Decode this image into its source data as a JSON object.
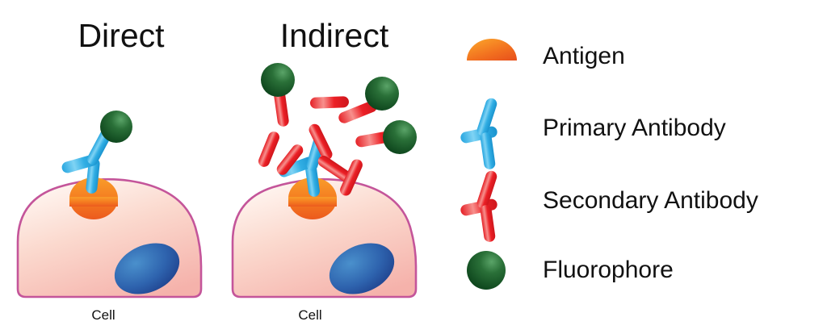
{
  "figure": {
    "title_direct": "Direct",
    "title_indirect": "Indirect",
    "background_color": "#ffffff"
  },
  "panels": [
    {
      "id": "direct",
      "title": "Direct",
      "cell_caption": "Cell",
      "description": "Primary antibody conjugated directly to one fluorophore binds the antigen on the cell surface",
      "primary_antibody_count": 1,
      "secondary_antibody_count": 0,
      "fluorophore_count": 1,
      "antigen_count": 1
    },
    {
      "id": "indirect",
      "title": "Indirect",
      "cell_caption": "Cell",
      "description": "Unlabeled primary antibody binds the antigen; three labeled secondary antibodies bind the primary, amplifying signal",
      "primary_antibody_count": 1,
      "secondary_antibody_count": 3,
      "fluorophore_count": 3,
      "antigen_count": 1
    }
  ],
  "legend": {
    "items": [
      {
        "key": "antigen",
        "label": "Antigen",
        "icon": "antigen-dome-icon",
        "color": "#F47A20"
      },
      {
        "key": "primary_antibody",
        "label": "Primary Antibody",
        "icon": "antibody-y-icon",
        "color": "#29ABE2"
      },
      {
        "key": "secondary_antibody",
        "label": "Secondary Antibody",
        "icon": "antibody-y-icon",
        "color": "#ED1C24"
      },
      {
        "key": "fluorophore",
        "label": "Fluorophore",
        "icon": "fluorophore-sphere-icon",
        "color": "#1A5E2A"
      }
    ]
  },
  "colors": {
    "antigen_orange_light": "#F89B2B",
    "antigen_orange_dark": "#EF5B20",
    "primary_blue_light": "#7FD2F2",
    "primary_blue_dark": "#1B9AD6",
    "secondary_red_light": "#F47A78",
    "secondary_red_dark": "#E01B22",
    "fluorophore_green_light": "#3E8C4E",
    "fluorophore_green_dark": "#0E4A1E",
    "cell_fill_light": "#FDECE4",
    "cell_fill_dark": "#F5B5AE",
    "cell_stroke": "#C4559A",
    "nucleus_light": "#3C84C4",
    "nucleus_dark": "#1F3F8F",
    "text": "#111111"
  }
}
